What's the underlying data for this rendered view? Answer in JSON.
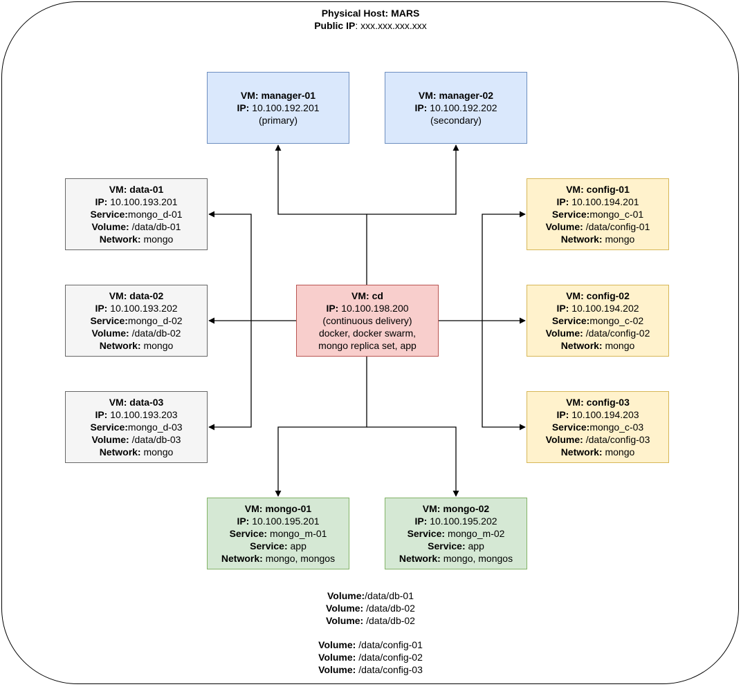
{
  "host": {
    "title_label": "Physical Host:",
    "title_value": "MARS",
    "ip_label": "Public IP",
    "ip_value": ": xxx.xxx.xxx.xxx"
  },
  "colors": {
    "blue_fill": "#dae8fc",
    "blue_stroke": "#6c8ebf",
    "gray_fill": "#f5f5f5",
    "gray_stroke": "#666666",
    "yellow_fill": "#fff2cc",
    "yellow_stroke": "#d6b656",
    "red_fill": "#f8cecc",
    "red_stroke": "#b85450",
    "green_fill": "#d5e8d4",
    "green_stroke": "#82b366"
  },
  "nodes": {
    "manager_01": {
      "vm_label": "VM:",
      "vm_value": "manager-01",
      "ip_label": "IP:",
      "ip_value": "10.100.192.201",
      "note": "(primary)"
    },
    "manager_02": {
      "vm_label": "VM:",
      "vm_value": "manager-02",
      "ip_label": "IP:",
      "ip_value": "10.100.192.202",
      "note": "(secondary)"
    },
    "data_01": {
      "vm_label": "VM:",
      "vm_value": "data-01",
      "ip_label": "IP:",
      "ip_value": "10.100.193.201",
      "service_label": "Service:",
      "service_value": "mongo_d-01",
      "volume_label": "Volume:",
      "volume_value": "/data/db-01",
      "network_label": "Network:",
      "network_value": "mongo"
    },
    "data_02": {
      "vm_label": "VM:",
      "vm_value": "data-02",
      "ip_label": "IP:",
      "ip_value": "10.100.193.202",
      "service_label": "Service:",
      "service_value": "mongo_d-02",
      "volume_label": "Volume:",
      "volume_value": "/data/db-02",
      "network_label": "Network:",
      "network_value": "mongo"
    },
    "data_03": {
      "vm_label": "VM:",
      "vm_value": "data-03",
      "ip_label": "IP:",
      "ip_value": "10.100.193.203",
      "service_label": "Service:",
      "service_value": "mongo_d-03",
      "volume_label": "Volume:",
      "volume_value": "/data/db-03",
      "network_label": "Network:",
      "network_value": "mongo"
    },
    "config_01": {
      "vm_label": "VM:",
      "vm_value": "config-01",
      "ip_label": "IP:",
      "ip_value": "10.100.194.201",
      "service_label": "Service:",
      "service_value": "mongo_c-01",
      "volume_label": "Volume:",
      "volume_value": "/data/config-01",
      "network_label": "Network:",
      "network_value": "mongo"
    },
    "config_02": {
      "vm_label": "VM:",
      "vm_value": "config-02",
      "ip_label": "IP:",
      "ip_value": "10.100.194.202",
      "service_label": "Service:",
      "service_value": "mongo_c-02",
      "volume_label": "Volume:",
      "volume_value": "/data/config-02",
      "network_label": "Network:",
      "network_value": "mongo"
    },
    "config_03": {
      "vm_label": "VM:",
      "vm_value": "config-03",
      "ip_label": "IP:",
      "ip_value": "10.100.194.203",
      "service_label": "Service:",
      "service_value": "mongo_c-03",
      "volume_label": "Volume:",
      "volume_value": "/data/config-03",
      "network_label": "Network:",
      "network_value": "mongo"
    },
    "cd": {
      "vm_label": "VM:",
      "vm_value": "cd",
      "ip_label": "IP:",
      "ip_value": "10.100.198.200",
      "line3": "(continuous delivery)",
      "line4": "docker, docker swarm,",
      "line5": "mongo replica set, app"
    },
    "mongo_01": {
      "vm_label": "VM:",
      "vm_value": "mongo-01",
      "ip_label": "IP:",
      "ip_value": "10.100.195.201",
      "service_label": "Service:",
      "service_value": "mongo_m-01",
      "service2_label": "Service:",
      "service2_value": "app",
      "network_label": "Network:",
      "network_value": "mongo, mongos"
    },
    "mongo_02": {
      "vm_label": "VM:",
      "vm_value": "mongo-02",
      "ip_label": "IP:",
      "ip_value": "10.100.195.202",
      "service_label": "Service:",
      "service_value": "mongo_m-02",
      "service2_label": "Service:",
      "service2_value": "app",
      "network_label": "Network:",
      "network_value": "mongo, mongos"
    }
  },
  "volumes": [
    {
      "label": "Volume:",
      "value": "/data/db-01"
    },
    {
      "label": "Volume:",
      "value": " /data/db-02"
    },
    {
      "label": "Volume:",
      "value": " /data/db-02"
    },
    {
      "label": "Volume:",
      "value": " /data/config-01"
    },
    {
      "label": "Volume:",
      "value": " /data/config-02"
    },
    {
      "label": "Volume:",
      "value": " /data/config-03"
    }
  ]
}
